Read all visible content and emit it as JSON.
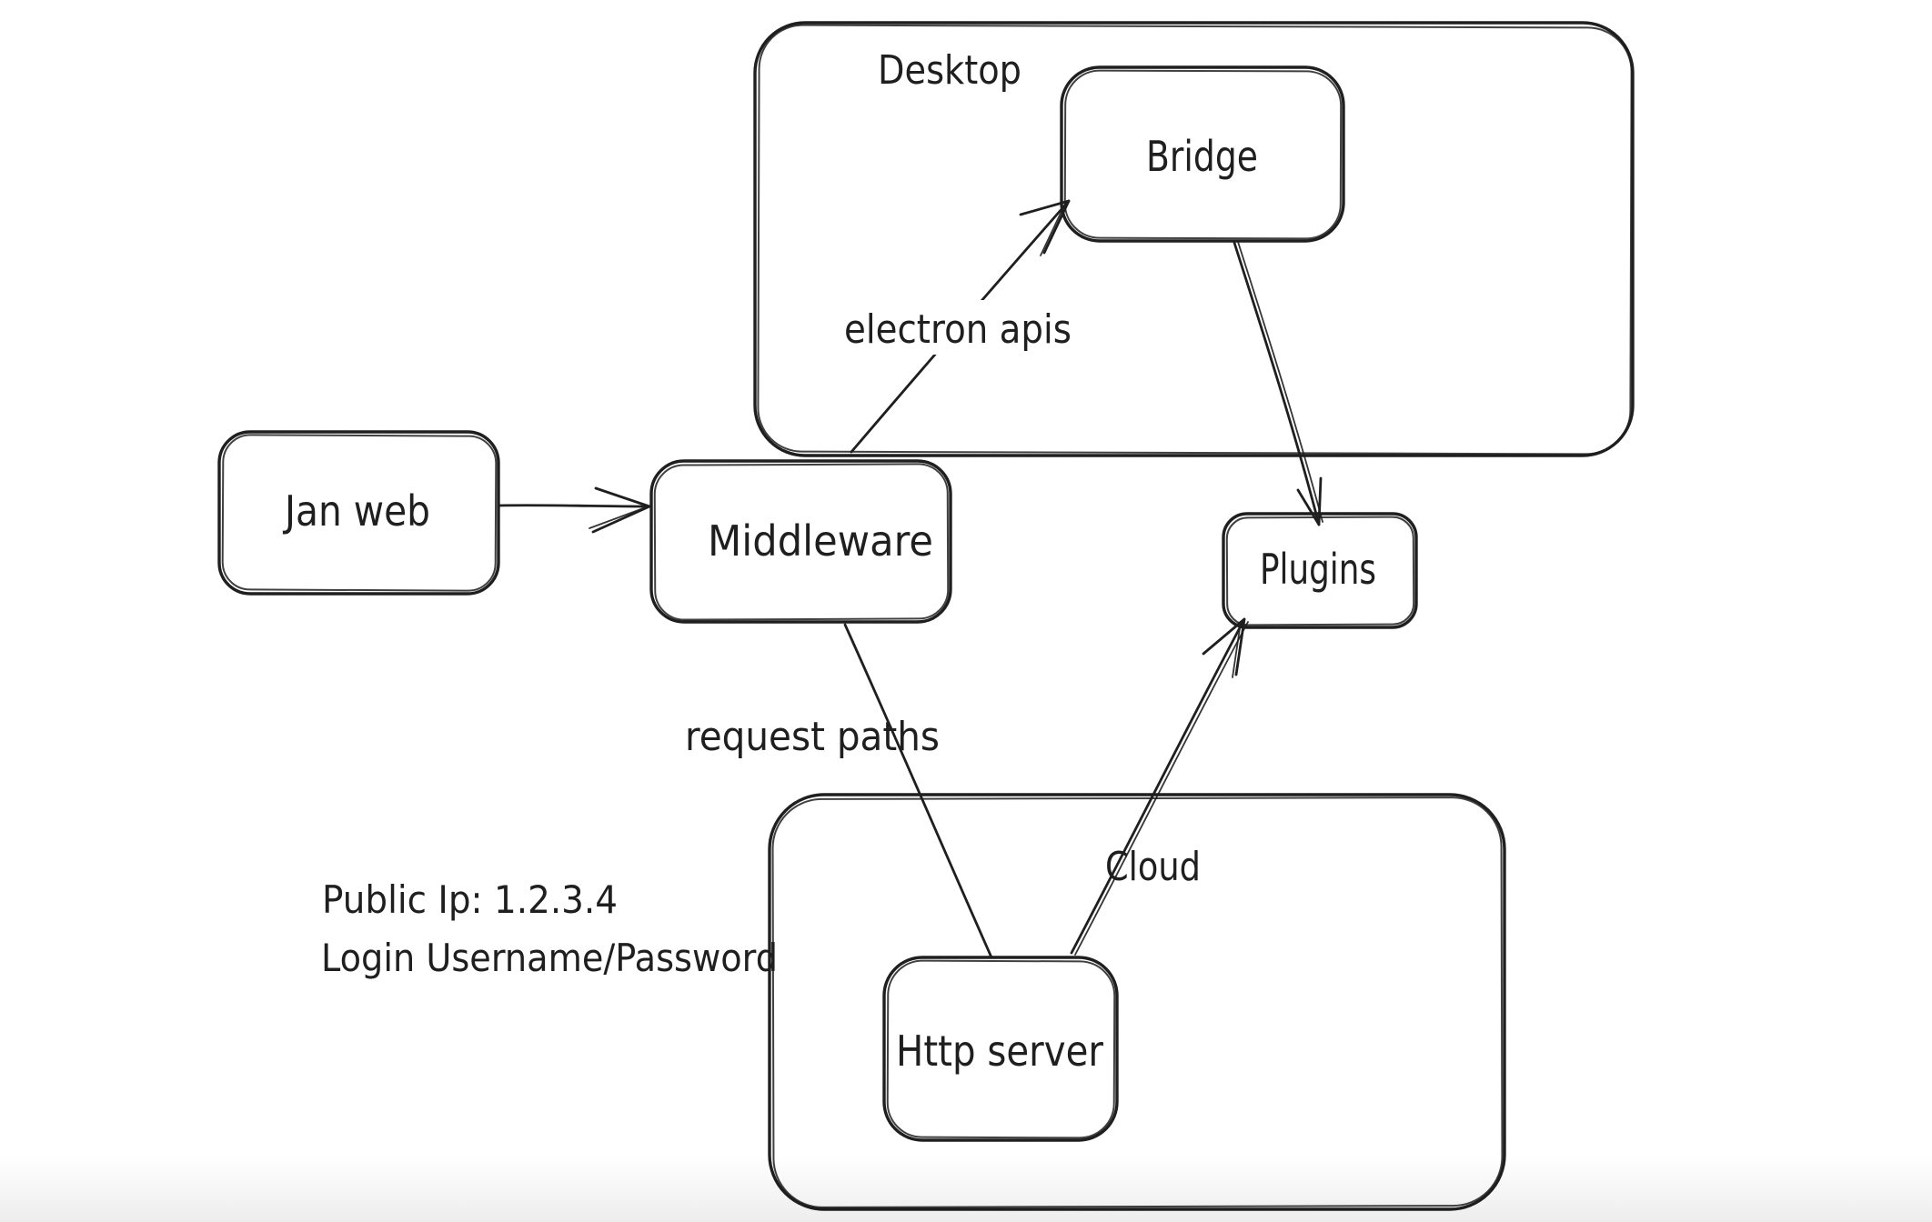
{
  "canvas": {
    "background": "#ffffff",
    "ink_color": "#1f1f1f",
    "bottom_fade_color": "#ededed"
  },
  "containers": {
    "desktop": {
      "label": "Desktop"
    },
    "cloud": {
      "label": "Cloud"
    }
  },
  "nodes": {
    "jan_web": {
      "label": "Jan web"
    },
    "middleware": {
      "label": "Middleware"
    },
    "bridge": {
      "label": "Bridge"
    },
    "plugins": {
      "label": "Plugins"
    },
    "http_server": {
      "label": "Http server"
    }
  },
  "edges": {
    "jan_web_to_middleware": {
      "from": "Jan web",
      "to": "Middleware",
      "label": ""
    },
    "middleware_to_bridge": {
      "from": "Middleware",
      "to": "Bridge",
      "label": "electron apis"
    },
    "bridge_to_plugins": {
      "from": "Bridge",
      "to": "Plugins",
      "label": ""
    },
    "middleware_to_http_server": {
      "from": "Middleware",
      "to": "Http server",
      "label": "request paths"
    },
    "http_server_to_plugins": {
      "from": "Http server",
      "to": "Plugins",
      "label": ""
    }
  },
  "notes": {
    "public_ip": "Public Ip: 1.2.3.4",
    "login": "Login Username/Password"
  }
}
